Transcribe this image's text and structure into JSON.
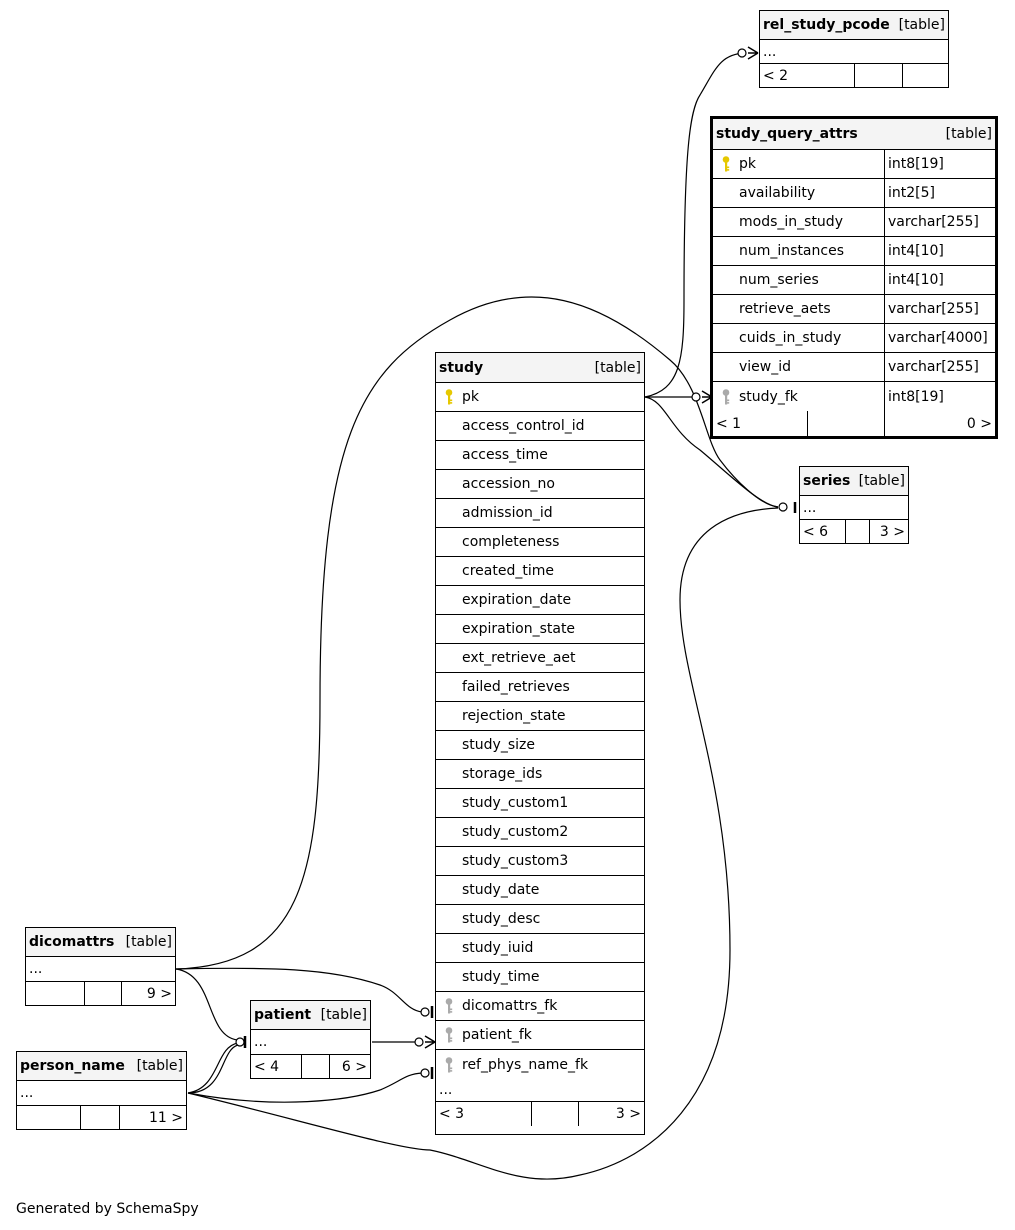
{
  "footer": "Generated by SchemaSpy",
  "colors": {
    "primary_key": "#e6c800",
    "foreign_key": "#aaaaaa",
    "header_bg": "#f4f4f4"
  },
  "tables": {
    "rel_study_pcode": {
      "name": "rel_study_pcode",
      "type": "[table]",
      "ellipsis": "...",
      "parents": "< 2",
      "middle": "",
      "children": ""
    },
    "study_query_attrs": {
      "name": "study_query_attrs",
      "type": "[table]",
      "columns": [
        {
          "name": "pk",
          "type": "int8[19]",
          "key": "primary-key-icon"
        },
        {
          "name": "availability",
          "type": "int2[5]"
        },
        {
          "name": "mods_in_study",
          "type": "varchar[255]"
        },
        {
          "name": "num_instances",
          "type": "int4[10]"
        },
        {
          "name": "num_series",
          "type": "int4[10]"
        },
        {
          "name": "retrieve_aets",
          "type": "varchar[255]"
        },
        {
          "name": "cuids_in_study",
          "type": "varchar[4000]"
        },
        {
          "name": "view_id",
          "type": "varchar[255]"
        },
        {
          "name": "study_fk",
          "type": "int8[19]",
          "key": "foreign-key-icon"
        }
      ],
      "parents": "< 1",
      "middle": "",
      "children": "0 >"
    },
    "study": {
      "name": "study",
      "type": "[table]",
      "columns": [
        {
          "name": "pk",
          "key": "primary-key-icon"
        },
        {
          "name": "access_control_id"
        },
        {
          "name": "access_time"
        },
        {
          "name": "accession_no"
        },
        {
          "name": "admission_id"
        },
        {
          "name": "completeness"
        },
        {
          "name": "created_time"
        },
        {
          "name": "expiration_date"
        },
        {
          "name": "expiration_state"
        },
        {
          "name": "ext_retrieve_aet"
        },
        {
          "name": "failed_retrieves"
        },
        {
          "name": "rejection_state"
        },
        {
          "name": "study_size"
        },
        {
          "name": "storage_ids"
        },
        {
          "name": "study_custom1"
        },
        {
          "name": "study_custom2"
        },
        {
          "name": "study_custom3"
        },
        {
          "name": "study_date"
        },
        {
          "name": "study_desc"
        },
        {
          "name": "study_iuid"
        },
        {
          "name": "study_time"
        },
        {
          "name": "dicomattrs_fk",
          "key": "foreign-key-icon"
        },
        {
          "name": "patient_fk",
          "key": "foreign-key-icon"
        },
        {
          "name": "ref_phys_name_fk",
          "key": "foreign-key-icon"
        }
      ],
      "ellipsis": "...",
      "parents": "< 3",
      "middle": "",
      "children": "3 >"
    },
    "series": {
      "name": "series",
      "type": "[table]",
      "ellipsis": "...",
      "parents": "< 6",
      "middle": "",
      "children": "3 >"
    },
    "dicomattrs": {
      "name": "dicomattrs",
      "type": "[table]",
      "ellipsis": "...",
      "parents": "",
      "middle": "",
      "children": "9 >"
    },
    "patient": {
      "name": "patient",
      "type": "[table]",
      "ellipsis": "...",
      "parents": "< 4",
      "middle": "",
      "children": "6 >"
    },
    "person_name": {
      "name": "person_name",
      "type": "[table]",
      "ellipsis": "...",
      "parents": "",
      "middle": "",
      "children": "11 >"
    }
  }
}
